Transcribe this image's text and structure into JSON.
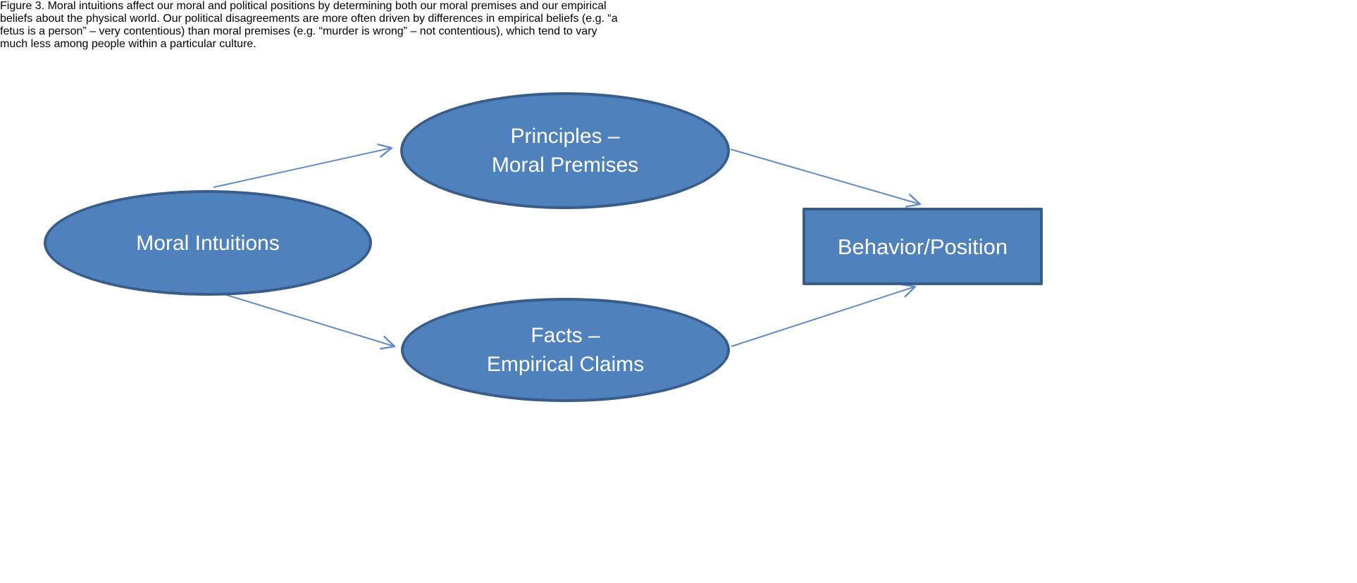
{
  "figure": {
    "nodes": {
      "moral_intuitions": {
        "label": "Moral Intuitions"
      },
      "principles": {
        "line1": "Principles –",
        "line2": "Moral Premises"
      },
      "facts": {
        "line1": "Facts –",
        "line2": "Empirical Claims"
      },
      "behavior": {
        "label": "Behavior/Position"
      }
    },
    "edges": [
      {
        "from": "Moral Intuitions",
        "to": "Principles – Moral Premises"
      },
      {
        "from": "Moral Intuitions",
        "to": "Facts – Empirical Claims"
      },
      {
        "from": "Principles – Moral Premises",
        "to": "Behavior/Position"
      },
      {
        "from": "Facts – Empirical Claims",
        "to": "Behavior/Position"
      }
    ],
    "colors": {
      "node_fill": "#4f81bd",
      "node_border": "#385d8a",
      "node_text": "#ffffff",
      "arrow": "#5f8bc9",
      "caption_text": "#4e80bc"
    }
  },
  "caption": {
    "lines": [
      "Figure 3. Moral intuitions affect our moral and political positions by determining both our moral premises and our empirical",
      "beliefs about the physical world. Our political disagreements are more often driven by differences in empirical beliefs (e.g. “a",
      "fetus is a person” – very contentious) than moral premises (e.g. “murder is wrong” – not contentious), which tend to vary",
      "much less among people within a particular culture."
    ]
  }
}
